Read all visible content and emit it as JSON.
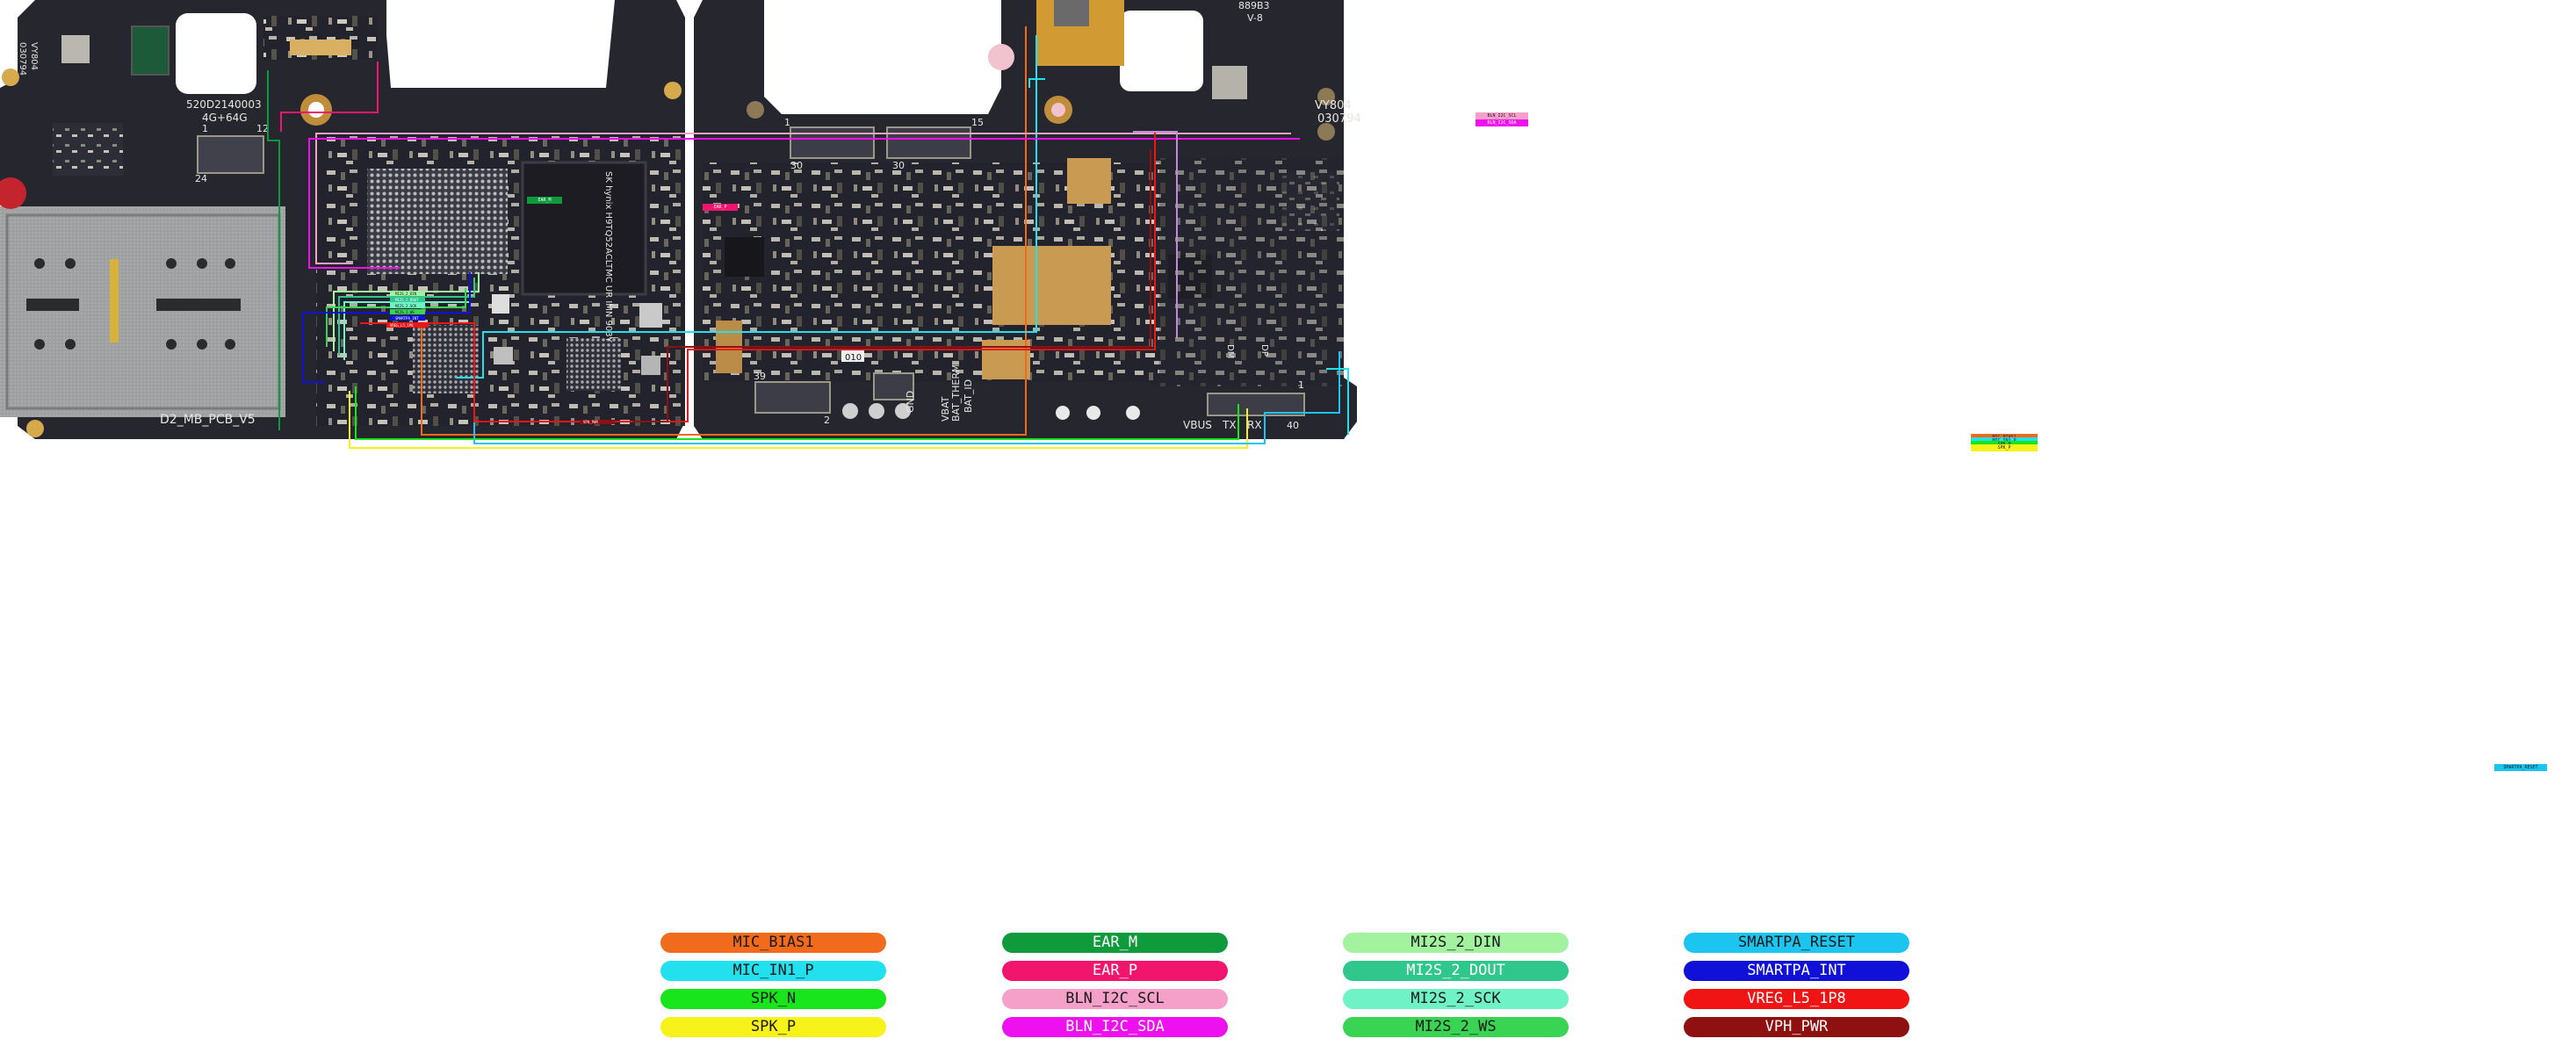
{
  "board": {
    "left_labels": {
      "pcb_name": "D2_MB_PCB_V5",
      "chip_code": "520D2140003",
      "memory": "4G+64G",
      "side_code": "VY804",
      "side_num": "030794",
      "conn_num_1": "1",
      "conn_num_12": "12",
      "conn_num_24": "24",
      "chip_text": "SK hynix H9TQ52ACLTMC UR IMN 903Y"
    },
    "right_labels": {
      "conn_1": "1",
      "conn_15": "15",
      "conn_30a": "30",
      "conn_30b": "30",
      "conn_39": "39",
      "conn_2": "2",
      "gnd": "GND",
      "vbat": "VBAT",
      "bat_therm": "BAT_THERM",
      "bat_id": "BAT_ID",
      "id_code": "010",
      "vbus": "VBUS",
      "tx": "TX",
      "rx": "RX",
      "num_40": "40",
      "num_1": "1",
      "dm": "DM",
      "dp": "DP",
      "side_code": "VY804",
      "side_num": "030794",
      "top_code": "889B3",
      "top_code2": "V-8"
    }
  },
  "callouts": [
    "MIC_BIAS1",
    "MIC_IN1_P",
    "SPK_N",
    "SPK_P",
    "EAR_M",
    "EAR_P",
    "BLN_I2C_SCL",
    "BLN_I2C_SDA",
    "MI2S_2_DIN",
    "MI2S_2_DOUT",
    "MI2S_2_SCK",
    "MI2S_2_WS",
    "SMARTPA_RESET",
    "SMARTPA_INT",
    "VREG_L5_1P8",
    "VPH_PWR"
  ],
  "legend": [
    {
      "label": "MIC_BIAS1",
      "color": "#f26b1d",
      "text": "#1a1a1a"
    },
    {
      "label": "MIC_IN1_P",
      "color": "#22e0ee",
      "text": "#1a1a1a"
    },
    {
      "label": "SPK_N",
      "color": "#19e51c",
      "text": "#1a1a1a"
    },
    {
      "label": "SPK_P",
      "color": "#f7f21a",
      "text": "#1a1a1a"
    },
    {
      "label": "EAR_M",
      "color": "#0f9a3c",
      "text": "#ffffff"
    },
    {
      "label": "EAR_P",
      "color": "#f2156e",
      "text": "#ffffff"
    },
    {
      "label": "BLN_I2C_SCL",
      "color": "#f5a0c8",
      "text": "#1a1a1a"
    },
    {
      "label": "BLN_I2C_SDA",
      "color": "#ee10ee",
      "text": "#ffffff"
    },
    {
      "label": "MI2S_2_DIN",
      "color": "#a3f2a0",
      "text": "#1a1a1a"
    },
    {
      "label": "MI2S_2_DOUT",
      "color": "#2fc78c",
      "text": "#ffffff"
    },
    {
      "label": "MI2S_2_SCK",
      "color": "#6ff2c6",
      "text": "#1a1a1a"
    },
    {
      "label": "MI2S_2_WS",
      "color": "#39d454",
      "text": "#1a1a1a"
    },
    {
      "label": "SMARTPA_RESET",
      "color": "#1cc5f0",
      "text": "#1a1a1a"
    },
    {
      "label": "SMARTPA_INT",
      "color": "#1010d8",
      "text": "#ffffff"
    },
    {
      "label": "VREG_L5_1P8",
      "color": "#f01414",
      "text": "#ffffff"
    },
    {
      "label": "VPH_PWR",
      "color": "#8e1010",
      "text": "#ffffff"
    }
  ]
}
